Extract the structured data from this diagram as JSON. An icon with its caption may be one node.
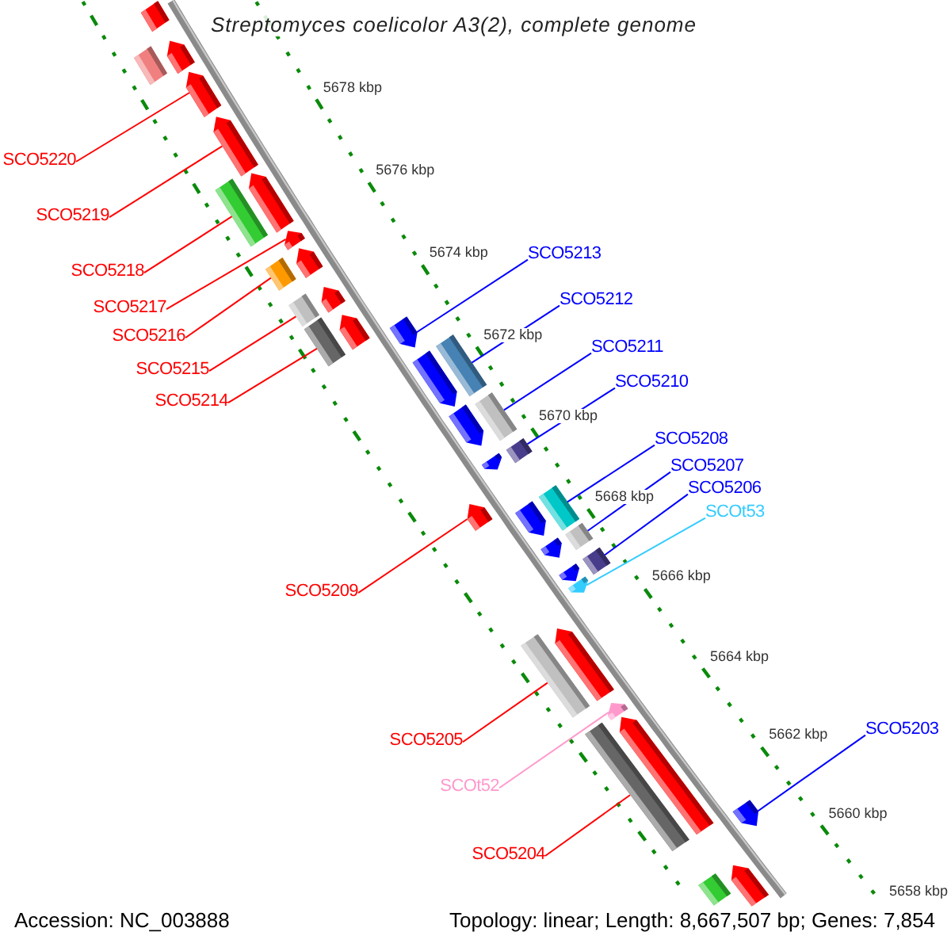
{
  "diagram": {
    "title": "Streptomyces coelicolor A3(2), complete genome",
    "nodes": [
      {
        "text": [
          "SCO5220"
        ]
      },
      {
        "text": [
          "SCO5219"
        ]
      },
      {
        "text": [
          "SCO5213"
        ]
      },
      {
        "text": [
          "SCO5218"
        ]
      },
      {
        "text": [
          "SCO5212"
        ]
      },
      {
        "text": [
          "SCO5217"
        ]
      },
      {
        "text": [
          "SCO5216"
        ]
      },
      {
        "text": [
          "SCO5211"
        ]
      },
      {
        "text": [
          "SCO5215"
        ]
      },
      {
        "text": [
          "SCO5210"
        ]
      },
      {
        "text": [
          "SCO5214"
        ]
      },
      {
        "text": [
          "SCO5208"
        ]
      },
      {
        "text": [
          "SCO5207"
        ]
      },
      {
        "text": [
          "SCO5206"
        ]
      },
      {
        "text": [
          "SCOt53"
        ]
      },
      {
        "text": [
          "SCO5209"
        ]
      },
      {
        "text": [
          "SCO5203"
        ]
      },
      {
        "text": [
          "SCO5205"
        ]
      },
      {
        "text": [
          "SCOt52"
        ]
      },
      {
        "text": [
          "SCO5204"
        ]
      },
      {
        "text": [],
        "shape": "bar"
      },
      {
        "text": [],
        "shape": "bar"
      },
      {
        "text": [],
        "shape": "arrow"
      },
      {
        "text": [],
        "shape": "arrow"
      },
      {
        "text": [],
        "shape": "arrow"
      },
      {
        "text": [],
        "shape": "bar"
      },
      {
        "text": [],
        "shape": "arrow"
      },
      {
        "text": [],
        "shape": "arrow"
      },
      {
        "text": [],
        "shape": "bar"
      },
      {
        "text": [],
        "shape": "arrow"
      },
      {
        "text": [],
        "shape": "bar"
      },
      {
        "text": [],
        "shape": "arrow"
      },
      {
        "text": [],
        "shape": "bar"
      },
      {
        "text": [],
        "shape": "arrow"
      },
      {
        "text": [],
        "shape": "arrow"
      },
      {
        "text": [],
        "shape": "bar"
      },
      {
        "text": [],
        "shape": "arrow"
      },
      {
        "text": [],
        "shape": "arrow"
      },
      {
        "text": [],
        "shape": "bar"
      },
      {
        "text": [],
        "shape": "arrow"
      },
      {
        "text": [],
        "shape": "bar"
      },
      {
        "text": [],
        "shape": "arrow"
      },
      {
        "text": [],
        "shape": "arrow"
      },
      {
        "text": [],
        "shape": "bar"
      },
      {
        "text": [],
        "shape": "arrow"
      },
      {
        "text": [],
        "shape": "bar"
      },
      {
        "text": [],
        "shape": "arrow"
      },
      {
        "text": [],
        "shape": "bar"
      },
      {
        "text": [],
        "shape": "arrow"
      },
      {
        "text": [],
        "shape": "bar"
      },
      {
        "text": [],
        "shape": "arrow"
      },
      {
        "text": [],
        "shape": "arrow"
      },
      {
        "text": [],
        "shape": "bar"
      },
      {
        "text": [],
        "shape": "arrow"
      },
      {
        "text": [],
        "shape": "arrow"
      },
      {
        "text": [],
        "shape": "bar"
      },
      {
        "text": [],
        "shape": "arrow"
      }
    ],
    "edges": [
      {
        "from": 0,
        "to": 23,
        "arrow": "none"
      },
      {
        "from": 1,
        "to": 24,
        "arrow": "none"
      },
      {
        "from": 2,
        "to": 34,
        "arrow": "none",
        "color": "#0000ff"
      },
      {
        "from": 3,
        "to": 25,
        "arrow": "none"
      },
      {
        "from": 4,
        "to": 35,
        "arrow": "none",
        "color": "#0000ff"
      },
      {
        "from": 5,
        "to": 27,
        "arrow": "none"
      },
      {
        "from": 6,
        "to": 28,
        "arrow": "none"
      },
      {
        "from": 7,
        "to": 38,
        "arrow": "none",
        "color": "#0000ff"
      },
      {
        "from": 8,
        "to": 30,
        "arrow": "none"
      },
      {
        "from": 9,
        "to": 40,
        "arrow": "none",
        "color": "#0000ff"
      },
      {
        "from": 10,
        "to": 32,
        "arrow": "none"
      },
      {
        "from": 11,
        "to": 43,
        "arrow": "none",
        "color": "#0000ff"
      },
      {
        "from": 12,
        "to": 45,
        "arrow": "none",
        "color": "#0000ff"
      },
      {
        "from": 13,
        "to": 47,
        "arrow": "none",
        "color": "#0000ff"
      },
      {
        "from": 14,
        "to": 48,
        "arrow": "none",
        "color": "#33ccff"
      },
      {
        "from": 15,
        "to": 41,
        "arrow": "none"
      },
      {
        "from": 16,
        "to": 54,
        "arrow": "none",
        "color": "#0000ff"
      },
      {
        "from": 17,
        "to": 49,
        "arrow": "none"
      },
      {
        "from": 18,
        "to": 51,
        "arrow": "none",
        "color": "#ff99cc"
      },
      {
        "from": 19,
        "to": 52,
        "arrow": "none"
      }
    ],
    "labels": [
      "5678 kbp",
      "5676 kbp",
      "5674 kbp",
      "5672 kbp",
      "5670 kbp",
      "5668 kbp",
      "5666 kbp",
      "5664 kbp",
      "5662 kbp",
      "5660 kbp",
      "5658 kbp",
      "Accession: NC_003888",
      "Topology: linear; Length: 8,667,507 bp; Genes: 7,854"
    ]
  }
}
